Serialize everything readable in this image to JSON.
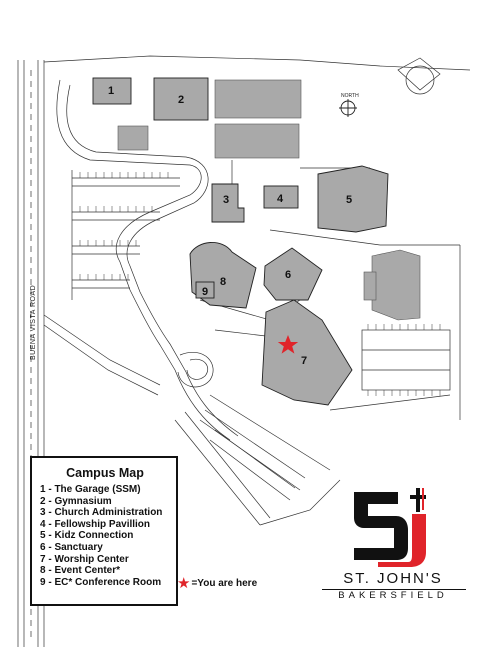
{
  "map": {
    "road_name": "BUENA VISTA ROAD",
    "north_label": "NORTH",
    "buildings": [
      {
        "number": "1",
        "name": "The Garage (SSM)"
      },
      {
        "number": "2",
        "name": "Gymnasium"
      },
      {
        "number": "3",
        "name": "Church Administration"
      },
      {
        "number": "4",
        "name": "Fellowship Pavillion"
      },
      {
        "number": "5",
        "name": "Kidz Connection"
      },
      {
        "number": "6",
        "name": "Sanctuary"
      },
      {
        "number": "7",
        "name": "Worship Center"
      },
      {
        "number": "8",
        "name": "Event Center*"
      },
      {
        "number": "9",
        "name": "EC* Conference Room"
      }
    ],
    "you_are_here_building": "7",
    "colors": {
      "building_fill": "#a9a9a9",
      "outline": "#222222",
      "marker": "#e0242a",
      "logo_black": "#111111",
      "logo_red": "#e0242a"
    }
  },
  "legend": {
    "title": "Campus Map",
    "items": [
      "1 - The Garage (SSM)",
      "2 - Gymnasium",
      "3 - Church Administration",
      "4 - Fellowship Pavillion",
      "5 - Kidz Connection",
      "6 - Sanctuary",
      "7 - Worship Center",
      "8 - Event Center*",
      "9 - EC* Conference Room"
    ],
    "you_are_here": "=You are here",
    "marker_icon": "star-icon"
  },
  "branding": {
    "name": "ST. JOHN'S",
    "city": "BAKERSFIELD",
    "logo_icon": "sj-cross-logo"
  }
}
